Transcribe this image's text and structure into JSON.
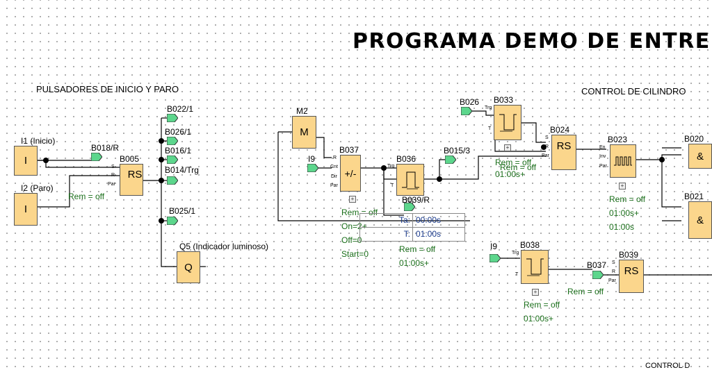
{
  "title": "PROGRAMA DEMO DE ENTRENA",
  "sections": {
    "start_stop": "PULSADORES DE INICIO Y PARO",
    "cylinder": "CONTROL DE CILINDRO",
    "bottom": "CONTROL D"
  },
  "blocks": {
    "I1": {
      "name": "I1 (Inicio)",
      "symbol": "I"
    },
    "I2": {
      "name": "I2 (Paro)",
      "symbol": "I"
    },
    "B005": {
      "name": "B005",
      "symbol": "RS"
    },
    "Q5": {
      "name": "Q5 (Indicador luminoso)",
      "symbol": "Q"
    },
    "M2": {
      "name": "M2",
      "symbol": "M"
    },
    "B037": {
      "name": "B037",
      "symbol": "+/-"
    },
    "B036": {
      "name": "B036"
    },
    "B033": {
      "name": "B033"
    },
    "B024": {
      "name": "B024",
      "symbol": "RS"
    },
    "B023": {
      "name": "B023"
    },
    "B020": {
      "name": "B020",
      "symbol": "&"
    },
    "B021": {
      "name": "B021",
      "symbol": "&"
    },
    "B038": {
      "name": "B038"
    },
    "B039": {
      "name": "B039",
      "symbol": "RS"
    }
  },
  "pins": {
    "S": "S",
    "R": "R",
    "Par": "Par",
    "Cnt": "Cnt",
    "Dir": "Dir",
    "Trg": "Trg",
    "T": "T",
    "En": "En",
    "Inv": "Inv"
  },
  "tags": {
    "B018R": "B018/R",
    "B022": "B022/1",
    "B026a": "B026/1",
    "B016": "B016/1",
    "B014": "B014/Trg",
    "B025": "B025/1",
    "I9a": "I9",
    "B039R": "B039/R",
    "B015": "B015/3",
    "B026b": "B026",
    "I9b": "I9",
    "B037b": "B037"
  },
  "params": {
    "b005_rem": "Rem = off",
    "b037_rem": "Rem = off",
    "b037_on": "On=2+",
    "b037_off": "Off=0",
    "b037_start": "Start=0",
    "b036_rem": "Rem = off",
    "b036_time": "01:00s+",
    "b033_rem": "Rem = off",
    "b033_time": "01:00s+",
    "b024_rem": "Rem = off",
    "b023_rem": "Rem = off",
    "b023_t1": "01:00s+",
    "b023_t2": "01:00s",
    "b038_rem": "Rem = off",
    "b038_time": "01:00s+",
    "b039_rem": "Rem = off"
  },
  "popup": {
    "row1_key": "Ta:",
    "row1_val": "00:00s",
    "row2_key": "T:",
    "row2_val": "01:00s"
  },
  "icons": {
    "expand": "plus-box-icon"
  },
  "colors": {
    "block_fill": "#fbd68c",
    "tag_fill": "#5cd68c",
    "param_text": "#1a6e1a",
    "popup_text": "#1a3a8c"
  }
}
